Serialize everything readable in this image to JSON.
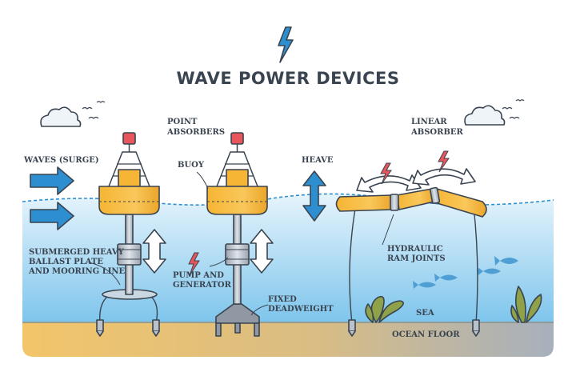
{
  "title": "WAVE POWER DEVICES",
  "labels": {
    "point_absorbers_l1": "POINT",
    "point_absorbers_l2": "ABSORBERS",
    "linear_absorber_l1": "LINEAR",
    "linear_absorber_l2": "ABSORBER",
    "waves": "WAVES (SURGE)",
    "buoy": "BUOY",
    "heave": "HEAVE",
    "ballast_l1": "SUBMERGED HEAVY",
    "ballast_l2": "BALLAST PLATE",
    "ballast_l3": "AND MOORING LINE",
    "pump_l1": "PUMP AND",
    "pump_l2": "GENERATOR",
    "deadweight_l1": "FIXED",
    "deadweight_l2": "DEADWEIGHT",
    "hydraulic_l1": "HYDRAULIC",
    "hydraulic_l2": "RAM JOINTS",
    "sea": "SEA",
    "ocean_floor": "OCEAN FLOOR"
  },
  "icons": [
    "lightning-bolt-icon",
    "cloud-icon",
    "bird-icon",
    "wave-arrow-icon",
    "double-arrow-icon",
    "fish-icon",
    "seaweed-icon",
    "anchor-peg-icon"
  ],
  "colors": {
    "water_light": "#e6f4fc",
    "water_deep": "#7ec5ec",
    "floor_sand": "#f3c56a",
    "floor_gray": "#a6b0bd",
    "buoy_orange": "#f6b534",
    "accent_blue": "#2e8fd0",
    "spark_red": "#e8555b",
    "seaweed": "#8fa24a",
    "outline": "#3a4450"
  }
}
